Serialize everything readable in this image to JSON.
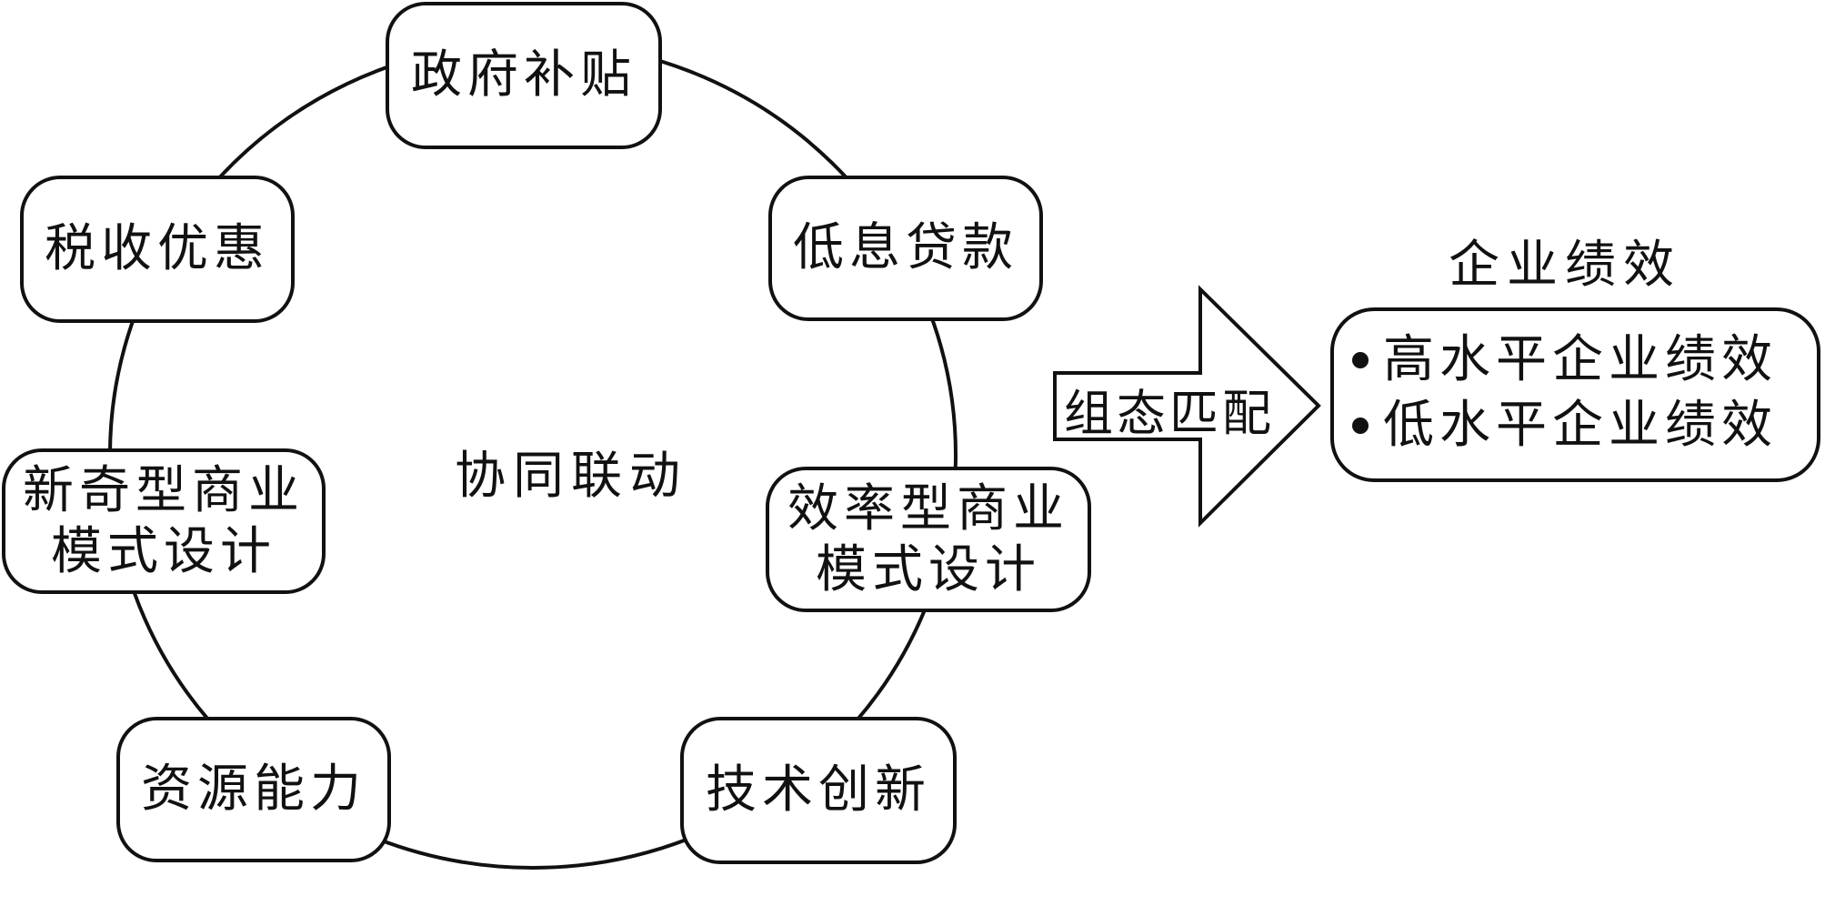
{
  "center_label": "协同联动",
  "nodes": {
    "government_subsidy": "政府补贴",
    "low_interest_loan": "低息贷款",
    "efficiency_bm_line1": "效率型商业",
    "efficiency_bm_line2": "模式设计",
    "tech_innovation": "技术创新",
    "resource_capability": "资源能力",
    "novelty_bm_line1": "新奇型商业",
    "novelty_bm_line2": "模式设计",
    "tax_preference": "税收优惠"
  },
  "arrow_label": "组态匹配",
  "outcome": {
    "title": "企业绩效",
    "items": [
      "高水平企业绩效",
      "低水平企业绩效"
    ]
  }
}
